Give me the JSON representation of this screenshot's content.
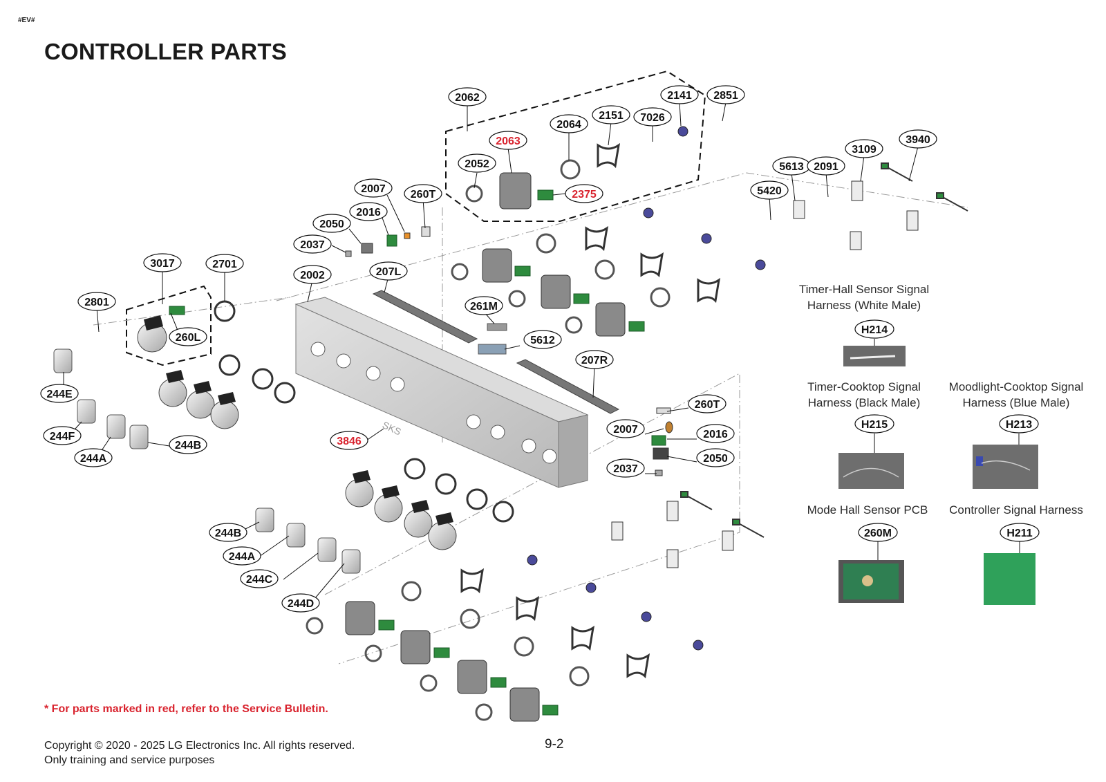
{
  "corner_tag": "#EV#",
  "title": "CONTROLLER PARTS",
  "note": "* For parts marked in red, refer to the Service Bulletin.",
  "copyright_line1": "Copyright © 2020 - 2025 LG Electronics Inc. All rights reserved.",
  "copyright_line2": "Only training and service purposes",
  "page_number": "9-2",
  "colors": {
    "accent_red": "#d9232e",
    "text": "#1a1a1a",
    "panel": "#cfcfcf",
    "pcb_green": "#2e8b3e",
    "screw_blue": "#4a4a9a"
  },
  "part_labels": [
    {
      "id": "2062",
      "red": false
    },
    {
      "id": "2063",
      "red": true
    },
    {
      "id": "2064",
      "red": false
    },
    {
      "id": "2151",
      "red": false
    },
    {
      "id": "7026",
      "red": false
    },
    {
      "id": "2141",
      "red": false
    },
    {
      "id": "2851",
      "red": false
    },
    {
      "id": "2052",
      "red": false
    },
    {
      "id": "2375",
      "red": true
    },
    {
      "id": "2007",
      "red": false
    },
    {
      "id": "260T",
      "red": false
    },
    {
      "id": "2016",
      "red": false
    },
    {
      "id": "2050",
      "red": false
    },
    {
      "id": "2037",
      "red": false
    },
    {
      "id": "3017",
      "red": false
    },
    {
      "id": "2701",
      "red": false
    },
    {
      "id": "2002",
      "red": false
    },
    {
      "id": "207L",
      "red": false
    },
    {
      "id": "2801",
      "red": false
    },
    {
      "id": "260L",
      "red": false
    },
    {
      "id": "261M",
      "red": false
    },
    {
      "id": "5612",
      "red": false
    },
    {
      "id": "207R",
      "red": false
    },
    {
      "id": "244E",
      "red": false
    },
    {
      "id": "244F",
      "red": false
    },
    {
      "id": "244A",
      "red": false
    },
    {
      "id": "244B",
      "red": false
    },
    {
      "id": "3846",
      "red": true
    },
    {
      "id": "260T",
      "red": false
    },
    {
      "id": "2007",
      "red": false
    },
    {
      "id": "2016",
      "red": false
    },
    {
      "id": "2050",
      "red": false
    },
    {
      "id": "2037",
      "red": false
    },
    {
      "id": "244B",
      "red": false
    },
    {
      "id": "244A",
      "red": false
    },
    {
      "id": "244C",
      "red": false
    },
    {
      "id": "244D",
      "red": false
    },
    {
      "id": "5613",
      "red": false
    },
    {
      "id": "2091",
      "red": false
    },
    {
      "id": "3109",
      "red": false
    },
    {
      "id": "3940",
      "red": false
    },
    {
      "id": "5420",
      "red": false
    },
    {
      "id": "H214",
      "red": false
    },
    {
      "id": "H215",
      "red": false
    },
    {
      "id": "H213",
      "red": false
    },
    {
      "id": "260M",
      "red": false
    },
    {
      "id": "H211",
      "red": false
    }
  ],
  "sks_text": "SKS",
  "captions": {
    "h214_line1": "Timer-Hall Sensor Signal",
    "h214_line2": "Harness (White Male)",
    "h215_line1": "Timer-Cooktop Signal",
    "h215_line2": "Harness (Black Male)",
    "h213_line1": "Moodlight-Cooktop Signal",
    "h213_line2": "Harness (Blue Male)",
    "m260_line1": "Mode Hall Sensor PCB",
    "h211_line1": "Controller Signal Harness"
  }
}
